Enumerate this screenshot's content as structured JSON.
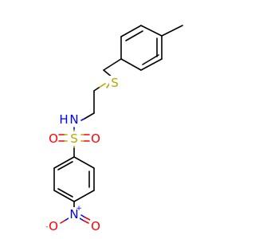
{
  "molecule": {
    "atoms": {
      "s_thio": {
        "label": "S",
        "color": "#b8a800"
      },
      "n_amide": {
        "label": "N",
        "color": "#0000ff"
      },
      "h_amide": {
        "label": "H",
        "color": "#0000ff"
      },
      "s_sulfonyl": {
        "label": "S",
        "color": "#b8a800"
      },
      "o_sulfonyl_left": {
        "label": "O",
        "color": "#ff0000"
      },
      "o_sulfonyl_right": {
        "label": "O",
        "color": "#ff0000"
      },
      "n_nitro": {
        "label": "N",
        "color": "#0000ff"
      },
      "n_nitro_charge": {
        "label": "+",
        "color": "#0000ff"
      },
      "o_nitro_left": {
        "label": "O",
        "color": "#ff0000"
      },
      "o_nitro_left_charge": {
        "label": "-",
        "color": "#ff0000"
      },
      "o_nitro_right": {
        "label": "O",
        "color": "#ff0000"
      }
    },
    "colors": {
      "carbon_bond": "#000000",
      "sulfur": "#b8a800",
      "nitrogen": "#0000ff",
      "oxygen": "#ff0000",
      "background": "#ffffff"
    }
  }
}
